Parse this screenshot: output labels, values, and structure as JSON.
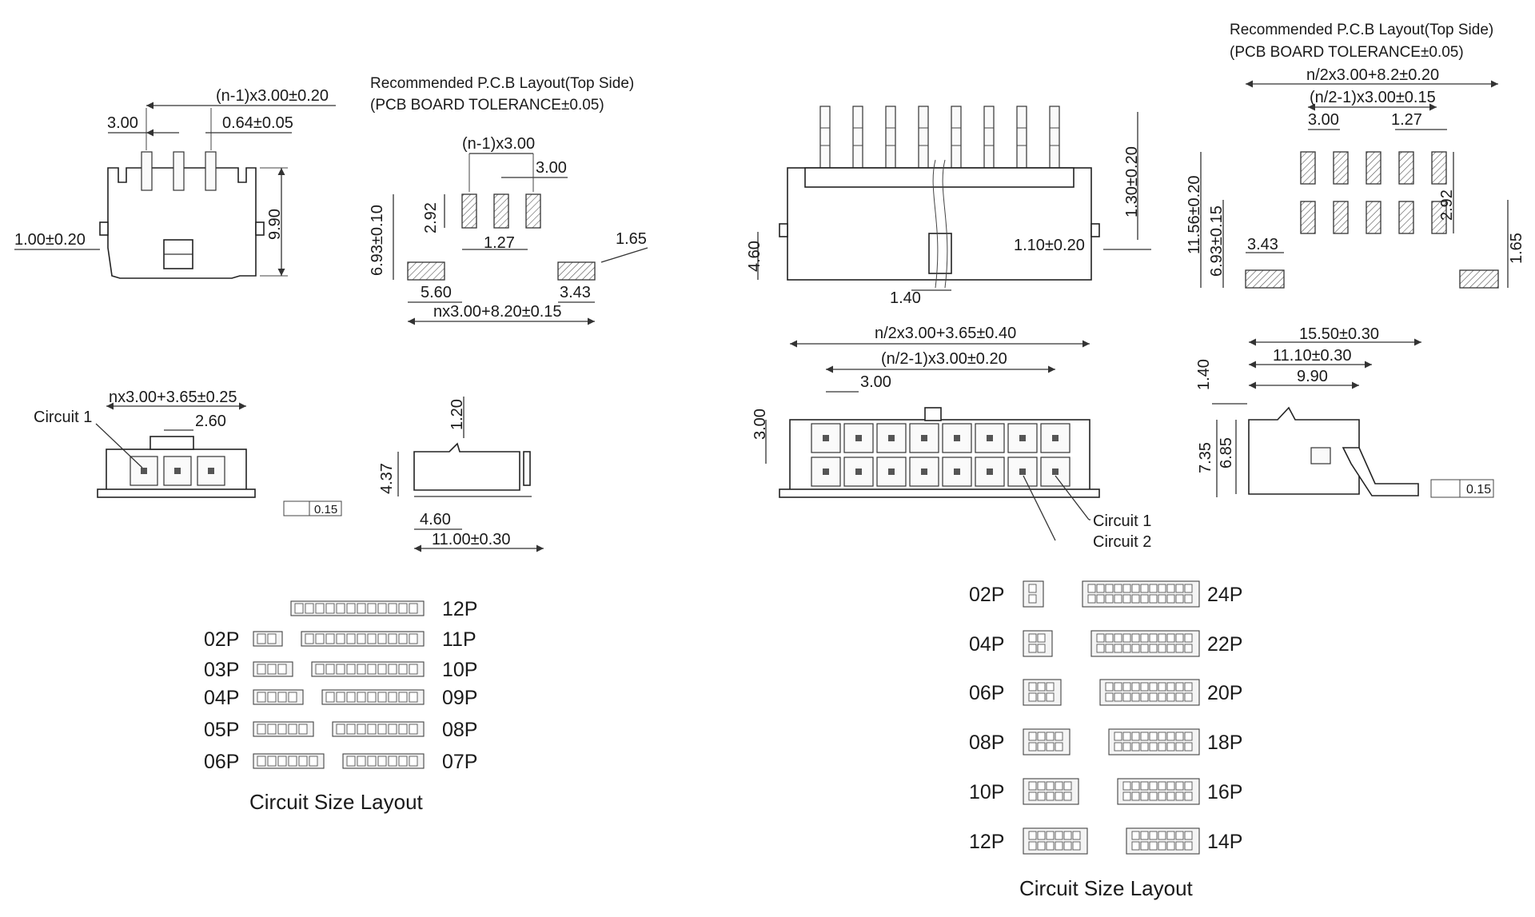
{
  "left": {
    "side_view": {
      "dim_pitch_total": "(n-1)x3.00±0.20",
      "dim_pitch": "3.00",
      "dim_pin_width": "0.64±0.05",
      "dim_height": "9.90",
      "dim_peg": "1.00±0.20"
    },
    "pcb": {
      "title_line1": "Recommended P.C.B Layout(Top Side)",
      "title_line2": "(PCB BOARD TOLERANCE±0.05)",
      "dim_pitch_total": "(n-1)x3.00",
      "dim_pitch": "3.00",
      "dim_pad_height": "2.92",
      "dim_row_height": "6.93±0.10",
      "dim_pad_width": "1.27",
      "dim_anchor_height": "1.65",
      "dim_anchor_offset": "5.60",
      "dim_anchor_width": "3.43",
      "dim_total_width": "nx3.00+8.20±0.15"
    },
    "front_view": {
      "dim_total": "nx3.00+3.65±0.25",
      "circuit_label": "Circuit 1",
      "dim_latch": "2.60",
      "coplanarity": "0.15"
    },
    "end_view": {
      "dim_top": "1.20",
      "dim_height": "4.37",
      "dim_foot": "4.60",
      "dim_depth": "11.00±0.30"
    },
    "size_layout": {
      "caption": "Circuit Size Layout",
      "left_labels": [
        "02P",
        "03P",
        "04P",
        "05P",
        "06P"
      ],
      "right_labels": [
        "12P",
        "11P",
        "10P",
        "09P",
        "08P",
        "07P"
      ]
    }
  },
  "right": {
    "side_view": {
      "dim_height": "4.60",
      "dim_pin_step": "1.30±0.20",
      "dim_peg": "1.10±0.20",
      "dim_peg_offset": "1.40"
    },
    "pcb": {
      "title_line1": "Recommended P.C.B Layout(Top Side)",
      "title_line2": "(PCB BOARD TOLERANCE±0.05)",
      "dim_total_width": "n/2x3.00+8.2±0.20",
      "dim_pitch_total": "(n/2-1)x3.00±0.15",
      "dim_pitch": "3.00",
      "dim_pad_width": "1.27",
      "dim_pad_height": "2.92",
      "dim_overall_height": "11.56±0.20",
      "dim_row_height": "6.93±0.15",
      "dim_anchor_width": "3.43",
      "dim_anchor_height": "1.65"
    },
    "front_view": {
      "dim_total": "n/2x3.00+3.65±0.40",
      "dim_pitch_total": "(n/2-1)x3.00±0.20",
      "dim_pitch": "3.00",
      "dim_row_pitch": "3.00",
      "circuit1_label": "Circuit 1",
      "circuit2_label": "Circuit 2"
    },
    "end_view": {
      "dim_depth": "15.50±0.30",
      "dim_mid": "11.10±0.30",
      "dim_short": "9.90",
      "dim_top": "1.40",
      "dim_height": "7.35",
      "dim_inner": "6.85",
      "coplanarity": "0.15"
    },
    "size_layout": {
      "caption": "Circuit Size Layout",
      "left_labels": [
        "02P",
        "04P",
        "06P",
        "08P",
        "10P",
        "12P"
      ],
      "right_labels": [
        "24P",
        "22P",
        "20P",
        "18P",
        "16P",
        "14P"
      ]
    }
  }
}
